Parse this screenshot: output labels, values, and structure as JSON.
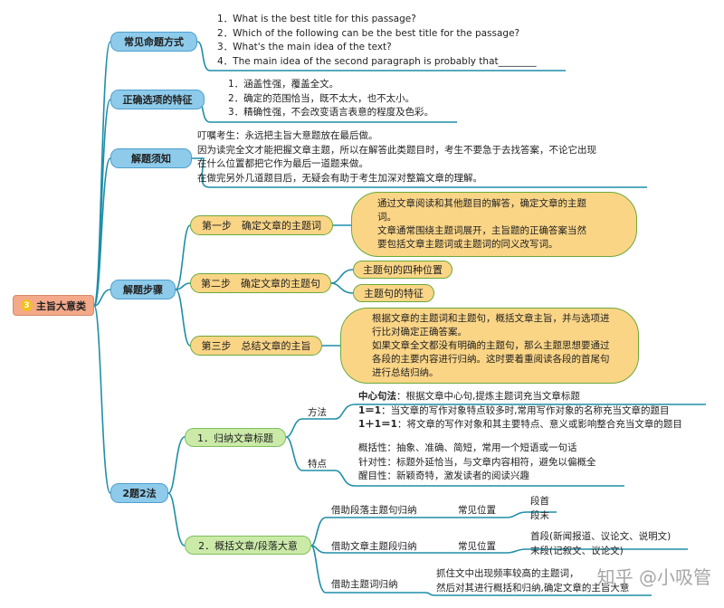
{
  "root": {
    "badge": "3",
    "label": "主旨大意类"
  },
  "branches": {
    "common": {
      "label": "常见命题方式",
      "items": [
        "1．What is the best title for this passage?",
        "2．Which of the following can be the best title for the passage?",
        "3．What's the main idea of the text?",
        "4．The main idea of the second paragraph is probably that________"
      ]
    },
    "features": {
      "label": "正确选项的特征",
      "items": [
        "1．涵盖性强，覆盖全文。",
        "2．确定的范围恰当，既不太大，也不太小。",
        "3．精确性强，不会改变语言表意的程度及色彩。"
      ]
    },
    "notes": {
      "label": "解题须知",
      "lines": [
        "叮嘱考生：永远把主旨大意题放在最后做。",
        "因为读完全文才能把握文章主题，所以在解答此类题目时，考生不要急于去找答案，不论它出现",
        "在什么位置都把它作为最后一道题来做。",
        "在做完另外几道题目后，无疑会有助于考生加深对整篇文章的理解。"
      ]
    },
    "steps": {
      "label": "解题步骤",
      "step1": {
        "label": "第一步　确定文章的主题词",
        "bubble": [
          "通过文章阅读和其他题目的解答，确定文章的主题",
          "词。",
          "文章通常围绕主题词展开，主旨题的正确答案当然",
          "要包括文章主题词或主题词的同义改写词。"
        ]
      },
      "step2": {
        "label": "第二步　确定文章的主题句",
        "sub": [
          "主题句的四种位置",
          "主题句的特征"
        ]
      },
      "step3": {
        "label": "第三步　总结文章的主旨",
        "bubble": [
          "根据文章的主题词和主题句，概括文章主旨，并与选项进",
          "行比对确定正确答案。",
          "如果文章全文都没有明确的主题句，那么主题思想要通过",
          "各段的主要内容进行归纳。这时要着重阅读各段的首尾句",
          "进行总结归纳。"
        ]
      }
    },
    "methods": {
      "label": "2题2法",
      "m1": {
        "label": "1．归纳文章标题",
        "method_label": "方法",
        "method_lines": [
          {
            "lead": "中心句法",
            "text": "：根据文章中心句,提炼主题词充当文章标题"
          },
          {
            "lead": "1＝1",
            "text": "：当文章的写作对象特点较多时,常用写作对象的名称充当文章的题目"
          },
          {
            "lead": "1＋1＝1",
            "text": "：将文章的写作对象和其主要特点、意义或影响整合充当文章的题目"
          }
        ],
        "feature_label": "特点",
        "feature_lines": [
          "概括性：抽象、准确、简短，常用一个短语或一句话",
          "针对性：标题外延恰当，与文章内容相符，避免以偏概全",
          "醒目性：新颖奇特，激发读者的阅读兴趣"
        ]
      },
      "m2": {
        "label": "2．概括文章/段落大意",
        "rows": [
          {
            "label": "借助段落主题句归纳",
            "pos_label": "常见位置",
            "values": [
              "段首",
              "段末"
            ]
          },
          {
            "label": "借助文章主题段归纳",
            "pos_label": "常见位置",
            "values": [
              "首段(新闻报道、议论文、说明文)",
              "末段(记叙文、议论文)"
            ]
          },
          {
            "label": "借助主题词归纳",
            "values": [
              "抓住文中出现频率较高的主题词，",
              "然后对其进行概括和归纳,确定文章的主旨大意"
            ]
          }
        ]
      }
    }
  },
  "watermark": "知乎 @小吸管",
  "colors": {
    "line": "#1f8ea8",
    "root": "#f3a98a",
    "level1": "#8ecbea",
    "orange": "#fbd586",
    "green": "#cbeaa8"
  }
}
